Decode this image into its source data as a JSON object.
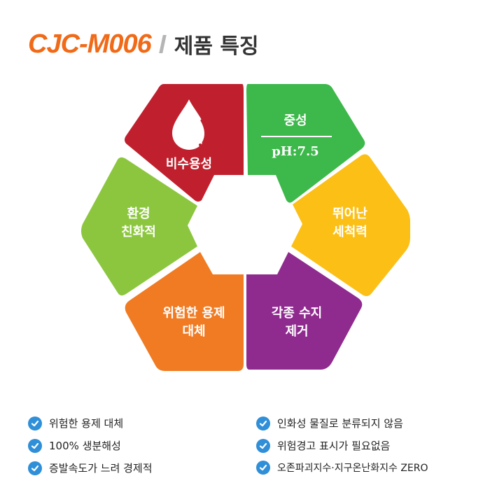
{
  "header": {
    "product": "CJC-M006",
    "subtitle": "제품 특징"
  },
  "segments": [
    {
      "id": "water",
      "label": "비수용성",
      "color": "#c0202e",
      "icon": "water-drop-icon"
    },
    {
      "id": "neutral",
      "label": "중성",
      "sublabel": "pH:7.5",
      "color": "#3db84a"
    },
    {
      "id": "cleaning",
      "line1": "뛰어난",
      "line2": "세척력",
      "color": "#fbbf16"
    },
    {
      "id": "resin",
      "line1": "각종 수지",
      "line2": "제거",
      "color": "#8f2a8f"
    },
    {
      "id": "solvent",
      "line1": "위험한 용제",
      "line2": "대체",
      "color": "#f07b22"
    },
    {
      "id": "eco",
      "line1": "환경",
      "line2": "친화적",
      "color": "#8cc63f"
    }
  ],
  "features": {
    "left": [
      "위험한 용제 대체",
      "100% 생분해성",
      "증발속도가 느려 경제적"
    ],
    "right": [
      "인화성 물질로 분류되지 않음",
      "위험경고 표시가 필요없음",
      "오존파괴지수·지구온난화지수 ZERO"
    ]
  },
  "colors": {
    "accent": "#f06a18",
    "check": "#2f8fd8"
  }
}
